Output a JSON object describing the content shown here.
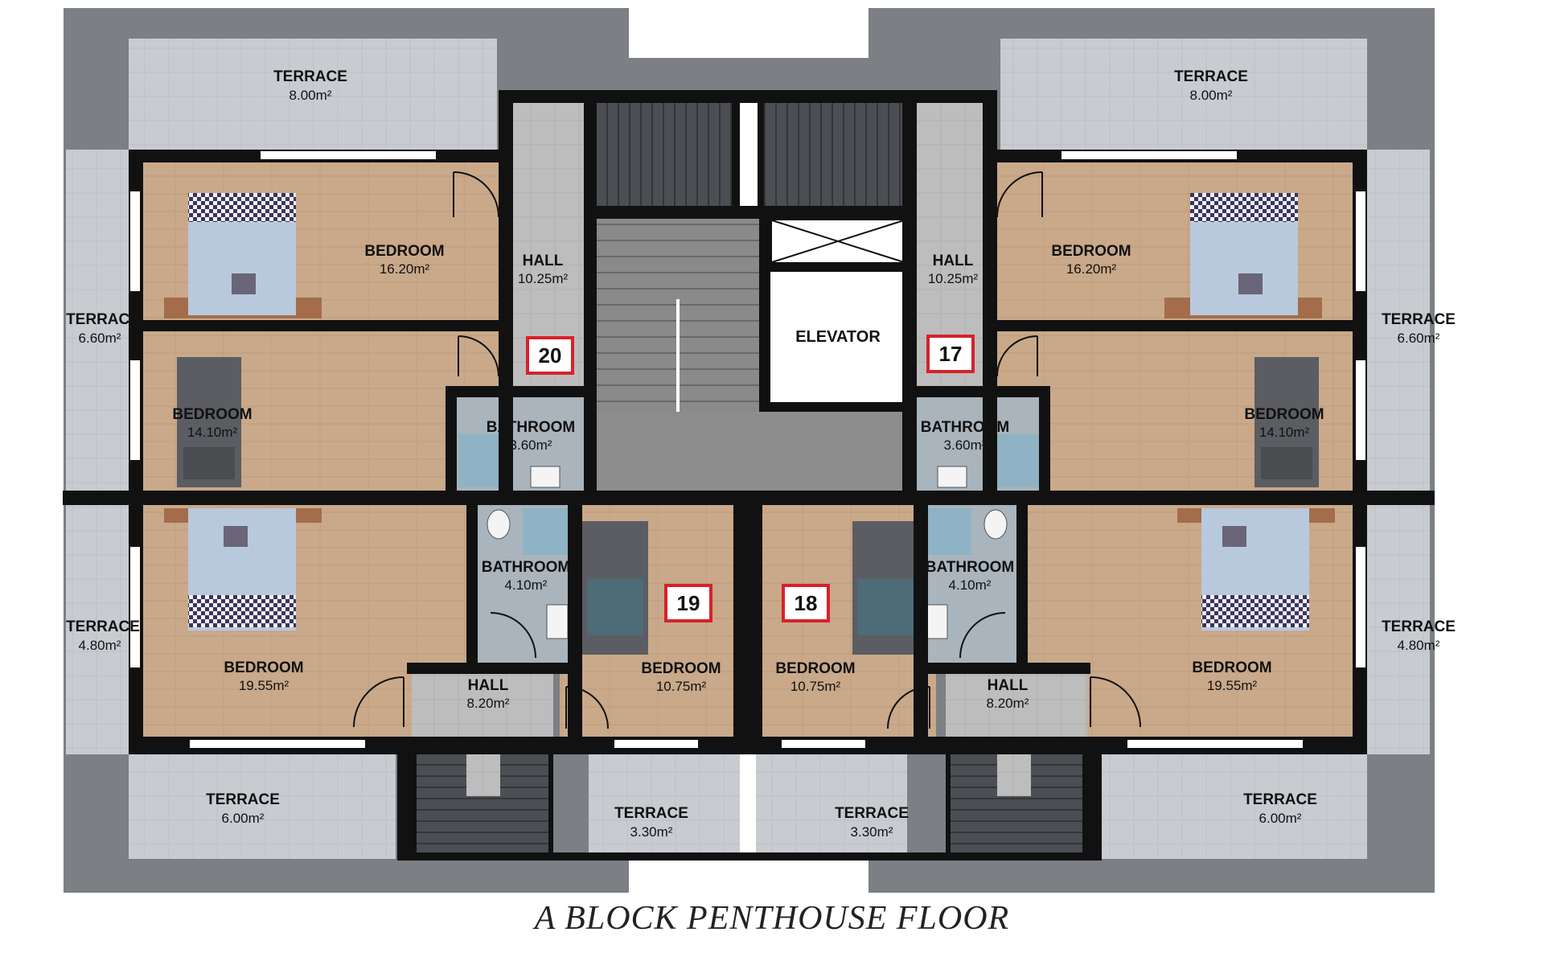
{
  "caption": "A BLOCK PENTHOUSE FLOOR",
  "units": {
    "u20": "20",
    "u17": "17",
    "u19": "19",
    "u18": "18"
  },
  "elevator_label": "ELEVATOR",
  "rooms": {
    "terrace_top_left": {
      "name": "TERRACE",
      "area": "8.00m²"
    },
    "terrace_top_right": {
      "name": "TERRACE",
      "area": "8.00m²"
    },
    "terrace_mid_left": {
      "name": "TERRACE",
      "area": "6.60m²"
    },
    "terrace_mid_right": {
      "name": "TERRACE",
      "area": "6.60m²"
    },
    "terrace_low_left": {
      "name": "TERRACE",
      "area": "4.80m²"
    },
    "terrace_low_right": {
      "name": "TERRACE",
      "area": "4.80m²"
    },
    "terrace_bottom_left": {
      "name": "TERRACE",
      "area": "6.00m²"
    },
    "terrace_bottom_right": {
      "name": "TERRACE",
      "area": "6.00m²"
    },
    "terrace_small_left": {
      "name": "TERRACE",
      "area": "3.30m²"
    },
    "terrace_small_right": {
      "name": "TERRACE",
      "area": "3.30m²"
    },
    "bedroom_tl": {
      "name": "BEDROOM",
      "area": "16.20m²"
    },
    "bedroom_tr": {
      "name": "BEDROOM",
      "area": "16.20m²"
    },
    "bedroom_ml": {
      "name": "BEDROOM",
      "area": "14.10m²"
    },
    "bedroom_mr": {
      "name": "BEDROOM",
      "area": "14.10m²"
    },
    "bedroom_bl": {
      "name": "BEDROOM",
      "area": "19.55m²"
    },
    "bedroom_br": {
      "name": "BEDROOM",
      "area": "19.55m²"
    },
    "bedroom_cl": {
      "name": "BEDROOM",
      "area": "10.75m²"
    },
    "bedroom_cr": {
      "name": "BEDROOM",
      "area": "10.75m²"
    },
    "hall_tl": {
      "name": "HALL",
      "area": "10.25m²"
    },
    "hall_tr": {
      "name": "HALL",
      "area": "10.25m²"
    },
    "hall_bl": {
      "name": "HALL",
      "area": "8.20m²"
    },
    "hall_br": {
      "name": "HALL",
      "area": "8.20m²"
    },
    "bath_tl": {
      "name": "BATHROOM",
      "area": "3.60m²"
    },
    "bath_tr": {
      "name": "BATHROOM",
      "area": "3.60m²"
    },
    "bath_bl": {
      "name": "BATHROOM",
      "area": "4.10m²"
    },
    "bath_br": {
      "name": "BATHROOM",
      "area": "4.10m²"
    }
  },
  "colors": {
    "wall": "#111111",
    "wood_floor": "#c9a98a",
    "terrace": "#c5c9ce",
    "outer_frame": "#7c7f84",
    "hall_floor": "#bcbcbc",
    "bath_floor": "#a9b4bd",
    "stairs": "#4a4d52",
    "unit_badge_border": "#d6222a"
  }
}
